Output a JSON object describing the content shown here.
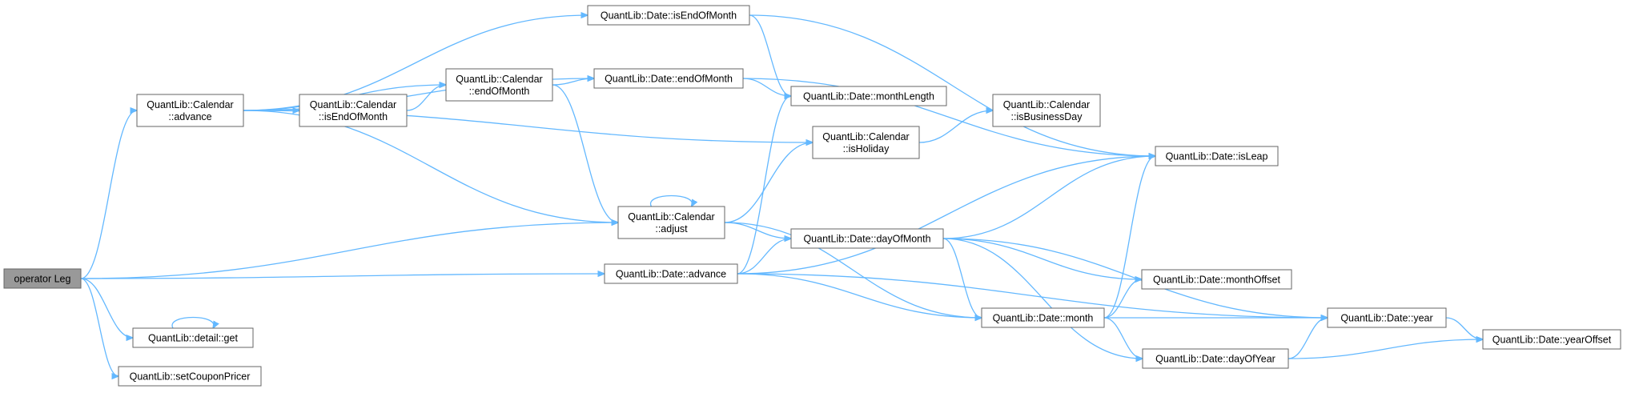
{
  "graph": {
    "root": "operator_leg",
    "nodes": [
      {
        "id": "operator_leg",
        "lines": [
          "operator Leg"
        ],
        "root": true
      },
      {
        "id": "cal_advance",
        "lines": [
          "QuantLib::Calendar",
          "::advance"
        ]
      },
      {
        "id": "detail_get",
        "lines": [
          "QuantLib::detail::get"
        ]
      },
      {
        "id": "set_coupon_pricer",
        "lines": [
          "QuantLib::setCouponPricer"
        ]
      },
      {
        "id": "cal_is_end_of_month",
        "lines": [
          "QuantLib::Calendar",
          "::isEndOfMonth"
        ]
      },
      {
        "id": "cal_end_of_month",
        "lines": [
          "QuantLib::Calendar",
          "::endOfMonth"
        ]
      },
      {
        "id": "date_is_end_of_month",
        "lines": [
          "QuantLib::Date::isEndOfMonth"
        ]
      },
      {
        "id": "date_end_of_month",
        "lines": [
          "QuantLib::Date::endOfMonth"
        ]
      },
      {
        "id": "cal_adjust",
        "lines": [
          "QuantLib::Calendar",
          "::adjust"
        ]
      },
      {
        "id": "date_advance",
        "lines": [
          "QuantLib::Date::advance"
        ]
      },
      {
        "id": "date_month_length",
        "lines": [
          "QuantLib::Date::monthLength"
        ]
      },
      {
        "id": "cal_is_holiday",
        "lines": [
          "QuantLib::Calendar",
          "::isHoliday"
        ]
      },
      {
        "id": "date_day_of_month",
        "lines": [
          "QuantLib::Date::dayOfMonth"
        ]
      },
      {
        "id": "date_month",
        "lines": [
          "QuantLib::Date::month"
        ]
      },
      {
        "id": "cal_is_business_day",
        "lines": [
          "QuantLib::Calendar",
          "::isBusinessDay"
        ]
      },
      {
        "id": "date_is_leap",
        "lines": [
          "QuantLib::Date::isLeap"
        ]
      },
      {
        "id": "date_month_offset",
        "lines": [
          "QuantLib::Date::monthOffset"
        ]
      },
      {
        "id": "date_day_of_year",
        "lines": [
          "QuantLib::Date::dayOfYear"
        ]
      },
      {
        "id": "date_year",
        "lines": [
          "QuantLib::Date::year"
        ]
      },
      {
        "id": "date_year_offset",
        "lines": [
          "QuantLib::Date::yearOffset"
        ]
      }
    ],
    "edges": [
      [
        "operator_leg",
        "cal_advance"
      ],
      [
        "operator_leg",
        "cal_adjust"
      ],
      [
        "operator_leg",
        "date_advance"
      ],
      [
        "operator_leg",
        "detail_get"
      ],
      [
        "operator_leg",
        "set_coupon_pricer"
      ],
      [
        "detail_get",
        "detail_get"
      ],
      [
        "cal_advance",
        "date_is_end_of_month"
      ],
      [
        "cal_advance",
        "date_end_of_month"
      ],
      [
        "cal_advance",
        "cal_end_of_month"
      ],
      [
        "cal_advance",
        "cal_is_end_of_month"
      ],
      [
        "cal_advance",
        "cal_is_holiday"
      ],
      [
        "cal_advance",
        "cal_adjust"
      ],
      [
        "cal_is_end_of_month",
        "cal_end_of_month"
      ],
      [
        "cal_end_of_month",
        "date_end_of_month"
      ],
      [
        "cal_end_of_month",
        "cal_adjust"
      ],
      [
        "date_is_end_of_month",
        "date_month_length"
      ],
      [
        "date_is_end_of_month",
        "date_is_leap"
      ],
      [
        "date_end_of_month",
        "date_month_length"
      ],
      [
        "date_end_of_month",
        "date_is_leap"
      ],
      [
        "cal_adjust",
        "cal_adjust"
      ],
      [
        "cal_adjust",
        "cal_is_holiday"
      ],
      [
        "cal_adjust",
        "date_day_of_month"
      ],
      [
        "cal_adjust",
        "date_month"
      ],
      [
        "date_advance",
        "date_month_length"
      ],
      [
        "date_advance",
        "date_is_leap"
      ],
      [
        "date_advance",
        "date_day_of_month"
      ],
      [
        "date_advance",
        "date_month"
      ],
      [
        "date_advance",
        "date_year"
      ],
      [
        "cal_is_holiday",
        "cal_is_business_day"
      ],
      [
        "date_day_of_month",
        "date_is_leap"
      ],
      [
        "date_day_of_month",
        "date_month_offset"
      ],
      [
        "date_day_of_month",
        "date_month"
      ],
      [
        "date_day_of_month",
        "date_day_of_year"
      ],
      [
        "date_day_of_month",
        "date_year"
      ],
      [
        "date_month",
        "date_is_leap"
      ],
      [
        "date_month",
        "date_month_offset"
      ],
      [
        "date_month",
        "date_day_of_year"
      ],
      [
        "date_month",
        "date_year"
      ],
      [
        "date_day_of_year",
        "date_year"
      ],
      [
        "date_day_of_year",
        "date_year_offset"
      ],
      [
        "date_year",
        "date_year_offset"
      ]
    ]
  }
}
